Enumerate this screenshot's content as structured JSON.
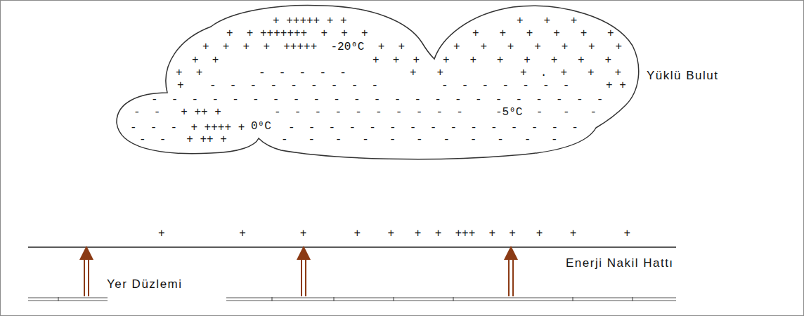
{
  "diagram": {
    "nodes": [
      {
        "text": [
          "+ +++++ + +",
          "+   +   +",
          "+  + +++++++  +  +  +",
          "+   +   +   +   +   +",
          "+  +  +  +  +++++  -20⁰C  +  +",
          "+   +   +   +   +   +   +",
          "+  +",
          "+  +  +",
          "+   +   +   +   +   +   +",
          "+  +",
          "-  -  -  -  -",
          "+   +",
          "+  .  +   +   +",
          "+",
          "-  -  -  -  -  -  -  -  -",
          "-  -  -  -  -  -  -",
          "+ +",
          "-  -  -  -  -  -  -  -  -  -  -  -  -  -  -  -  -  -  -  -  -  -  -",
          "-  -   + ++ +",
          "-  -  -  -  -  -  -  -  -  -",
          "-5⁰C  -   -   -",
          "-  -  -  + ++++ +",
          "0⁰C",
          "-  -  -  -  -  -  -  -  -  -  -  -  -  -  -",
          "-  -   + ++ +",
          "-   -   -   -   -   -   -   -   -   -   -"
        ]
      }
    ],
    "labels": [
      "Yüklü Bulut",
      "+           +        +       +    +   +  +  +++  +  +   +    +       +",
      "Enerji Nakil Hattı",
      "Yer Düzlemi"
    ]
  }
}
